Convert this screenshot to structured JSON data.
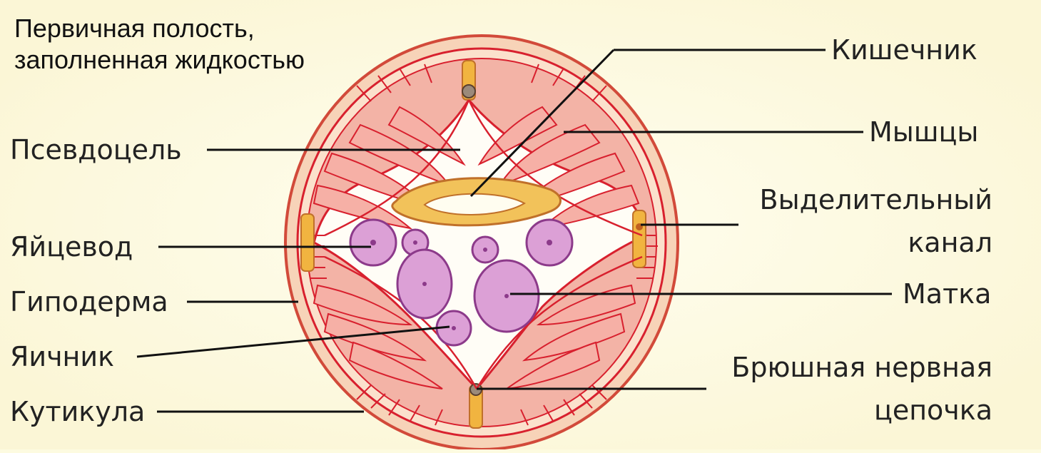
{
  "title_lines": [
    "Первичная полость,",
    "заполненная жидкостью"
  ],
  "labels": {
    "pseudocoel": "Псевдоцель",
    "oviduct": "Яйцевод",
    "hypodermis": "Гиподерма",
    "ovary": "Яичник",
    "cuticle": "Кутикула",
    "intestine": "Кишечник",
    "muscles": "Мышцы",
    "excretory_line1": "Выделительный",
    "excretory_line2": "канал",
    "uterus": "Матка",
    "nerve_line1": "Брюшная нервная",
    "nerve_line2": "цепочка"
  },
  "colors": {
    "background": "#fdfbe0",
    "cuticle": "#f5d2b4",
    "muscle": "#f0a8a0",
    "muscle_line": "#d8202e",
    "gut": "#f2c25a",
    "uterus": "#b05aa8",
    "fill": "#fffdf6"
  }
}
